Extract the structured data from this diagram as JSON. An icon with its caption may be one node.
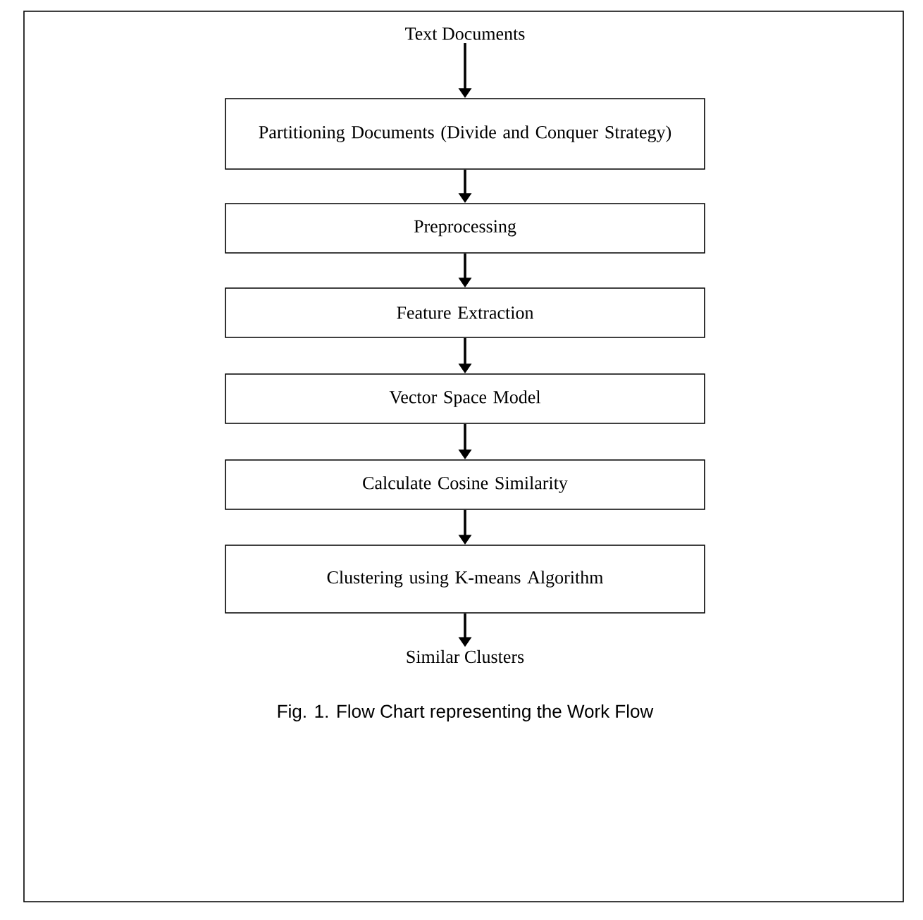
{
  "diagram": {
    "caption": "Fig. 1. Flow Chart representing the Work Flow",
    "nodes": [
      {
        "text": [
          "Text Documents"
        ]
      },
      {
        "text": [
          "Partitioning Documents (Divide and Conquer Strategy)"
        ]
      },
      {
        "text": [
          "Preprocessing"
        ]
      },
      {
        "text": [
          "Feature Extraction"
        ]
      },
      {
        "text": [
          "Vector Space Model"
        ]
      },
      {
        "text": [
          "Calculate Cosine Similarity"
        ]
      },
      {
        "text": [
          "Clustering using K-means Algorithm"
        ]
      },
      {
        "text": [
          "Similar Clusters"
        ]
      }
    ],
    "edges": [
      {
        "from": 0,
        "to": 1,
        "arrow": "to"
      },
      {
        "from": 1,
        "to": 2,
        "arrow": "to"
      },
      {
        "from": 2,
        "to": 3,
        "arrow": "to"
      },
      {
        "from": 3,
        "to": 4,
        "arrow": "to"
      },
      {
        "from": 4,
        "to": 5,
        "arrow": "to"
      },
      {
        "from": 5,
        "to": 6,
        "arrow": "to"
      },
      {
        "from": 6,
        "to": 7,
        "arrow": "to"
      }
    ]
  }
}
